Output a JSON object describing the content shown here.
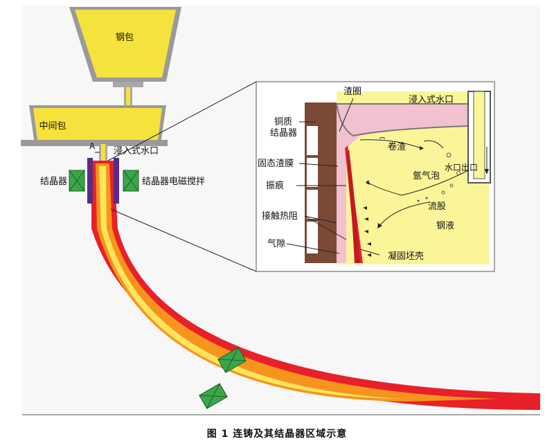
{
  "labels": {
    "ladle": "钢包",
    "tundish": "中间包",
    "sen_main": "浸入式水口",
    "mold_main": "结晶器",
    "ems": "结晶器电磁搅拌",
    "section_a_top": "A",
    "section_a_bottom": "A"
  },
  "detail": {
    "copper_mold": [
      "铜质",
      "结晶器"
    ],
    "slag_rim": "渣圈",
    "sen": "浸入式水口",
    "solid_slag_film": "固态渣膜",
    "oscillation_mark": "振痕",
    "contact_resistance": "接触热阻",
    "air_gap": "气隙",
    "slag_entrapment": "卷渣",
    "argon_bubble": "氩气泡",
    "nozzle_outlet": "水口出口",
    "flow_stream": "流股",
    "molten_steel": "钢液",
    "solidified_shell": "凝固坯壳"
  },
  "caption": "图 1    连铸及其结晶器区域示意",
  "colors": {
    "steel_yellow": "#f5e23c",
    "outline_gray": "#7a7a7a",
    "strand_red": "#e8202a",
    "strand_orange": "#f7941d",
    "strand_core": "#ffe45c",
    "copper": "#7a4a35",
    "slag_pink": "#f2c1d0",
    "mold_purple": "#5b2a86",
    "stirrer_green": "#3aa64a"
  }
}
